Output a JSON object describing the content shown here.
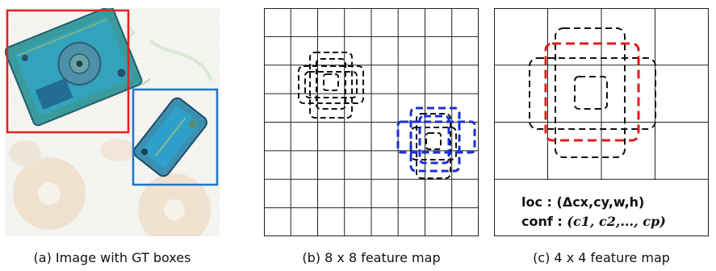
{
  "panels": {
    "a": {
      "caption": "(a) Image with GT boxes"
    },
    "b": {
      "caption": "(b) 8 x 8 feature map"
    },
    "c": {
      "caption": "(c) 4 x 4 feature map",
      "loc_label": "loc : (Δcx,cy,w,h)",
      "conf_prefix": "conf : ",
      "conf_formula": "(c1, c2,..., cp)"
    }
  },
  "colors": {
    "gt_box_red": "#e8201f",
    "gt_box_blue": "#1f77c4",
    "default_box": "#111111",
    "match_red": "#e21c1c",
    "match_blue": "#1a2fd6",
    "grid": "#222222"
  }
}
